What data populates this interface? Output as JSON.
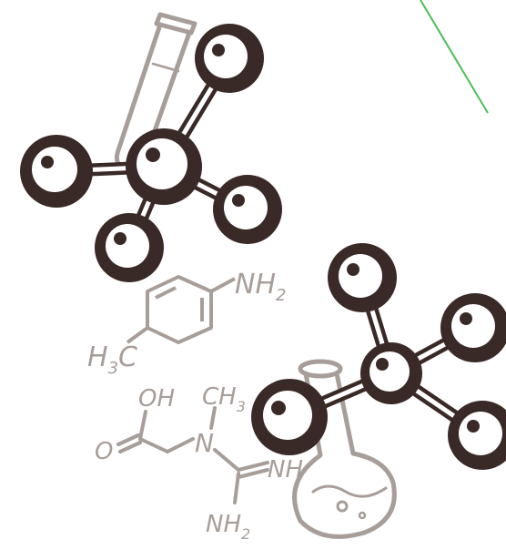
{
  "colors": {
    "ink": "#3a2a27",
    "ball": "#ffffff",
    "glass": "#a79e9a",
    "accent_line": "#4cbf56",
    "background": "#ffffff"
  },
  "formula_labels": {
    "amine": "NH",
    "amine_sub": "2",
    "methyl_left": "H",
    "methyl_left_sub": "3",
    "methyl_left_c": "C",
    "hydroxyl": "OH",
    "carbonyl_o": "O",
    "nitrogen": "N",
    "methyl_top": "CH",
    "methyl_top_sub": "3",
    "imine": "NH",
    "amine_bottom": "NH",
    "amine_bottom_sub": "2"
  }
}
